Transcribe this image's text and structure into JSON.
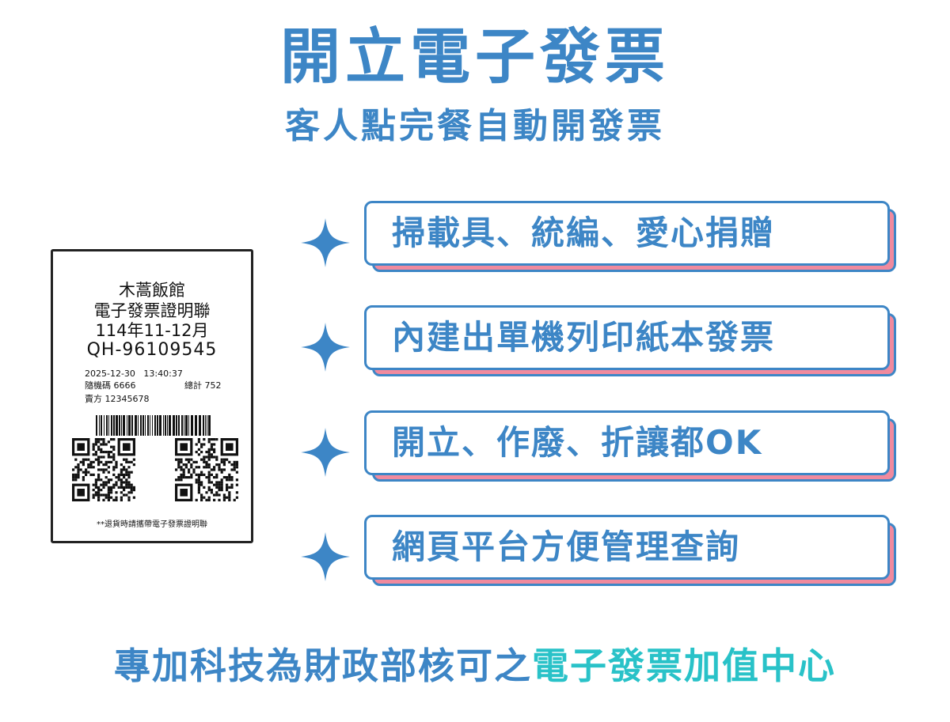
{
  "header": {
    "title": "開立電子發票",
    "subtitle": "客人點完餐自動開發票"
  },
  "receipt": {
    "store": "木蒿飯館",
    "doc_title": "電子發票證明聯",
    "period": "114年11-12月",
    "number": "QH-96109545",
    "datetime": "2025-12-30   13:40:37",
    "random_code": "隨機碼 6666",
    "total": "總計 752",
    "seller": "賣方 12345678",
    "footer": "**退貨時請攜帶電子發票證明聯"
  },
  "features": [
    {
      "label": "掃載具、統編、愛心捐贈"
    },
    {
      "label": "內建出單機列印紙本發票"
    },
    {
      "label": "開立、作廢、折讓都OK"
    },
    {
      "label": "網頁平台方便管理查詢"
    }
  ],
  "footer": {
    "part1": "專加科技為財政部核可之",
    "part2": "電子發票加值中心"
  },
  "colors": {
    "primary": "#3d86c6",
    "accent": "#29c2c8",
    "shadow": "#f08a9e"
  }
}
